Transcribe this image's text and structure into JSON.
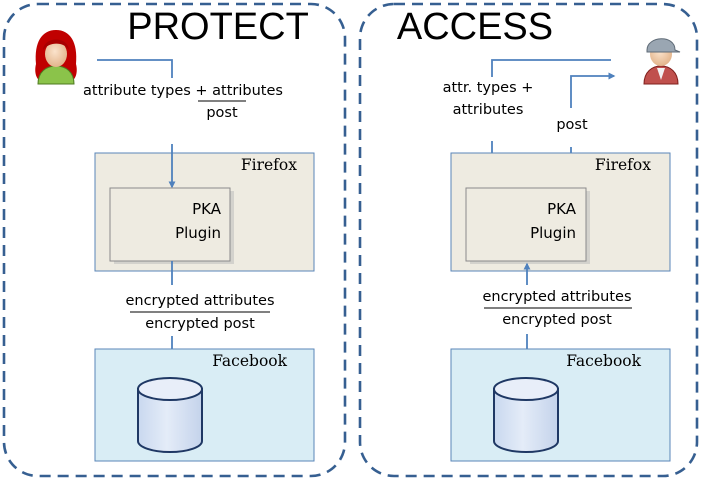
{
  "protect": {
    "title": "PROTECT",
    "input_label": "attribute types + attributes",
    "input_sublabel": "post",
    "browser_label": "Firefox",
    "plugin_label_line1": "PKA",
    "plugin_label_line2": "Plugin",
    "output_label": "encrypted attributes",
    "output_sublabel": "encrypted post",
    "storage_label": "Facebook",
    "user_icon": "female-user-icon",
    "storage_icon": "database-icon"
  },
  "access": {
    "title": "ACCESS",
    "input_label_line1": "attr. types +",
    "input_label_line2": "attributes",
    "return_label": "post",
    "browser_label": "Firefox",
    "plugin_label_line1": "PKA",
    "plugin_label_line2": "Plugin",
    "retrieved_label": "encrypted attributes",
    "retrieved_sublabel": "encrypted post",
    "storage_label": "Facebook",
    "user_icon": "male-user-icon",
    "storage_icon": "database-icon"
  },
  "colors": {
    "frame": "#365f91",
    "arrow": "#4f81bd",
    "browser_fill": "#eeebe1",
    "storage_fill": "#d9edf5",
    "database_fill": "#d9e4f5"
  }
}
